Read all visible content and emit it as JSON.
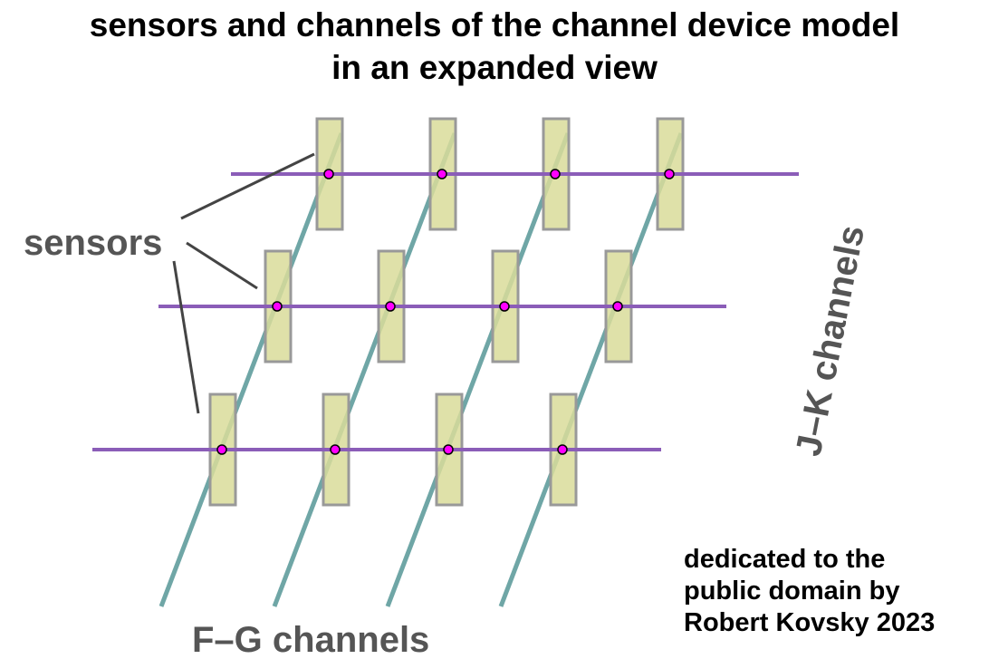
{
  "title": {
    "line1": "sensors and channels of the channel device model",
    "line2": "in an expanded view"
  },
  "labels": {
    "sensors": "sensors",
    "jk_channels": "J–K channels",
    "fg_channels": "F–G channels"
  },
  "credit": {
    "line1": "dedicated to the",
    "line2": "public domain by",
    "line3": "Robert Kovsky 2023"
  },
  "colors": {
    "jk_channel": "#8b5db8",
    "fg_channel": "#6fa6a6",
    "sensor_fill": "#d9dc9a",
    "sensor_stroke": "#999999",
    "junction": "#ff00ff",
    "label_gray": "#555555",
    "leader": "#444444"
  },
  "grid": {
    "jk_channel_count": 3,
    "fg_channel_count": 4
  }
}
